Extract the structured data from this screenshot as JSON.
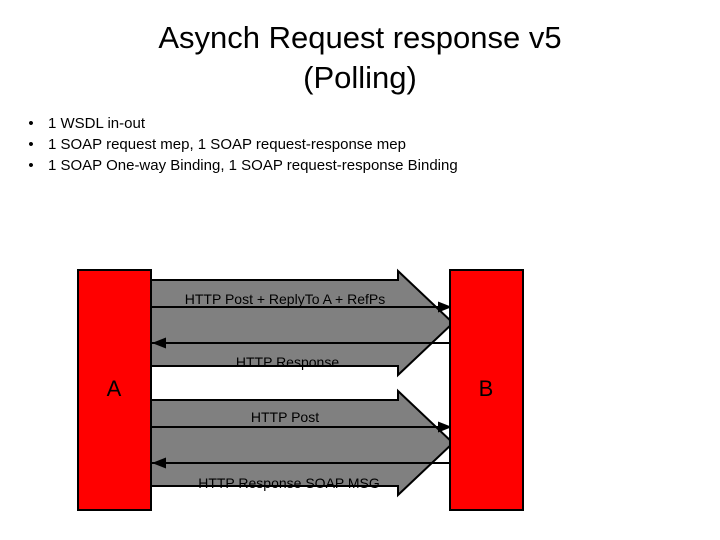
{
  "slide": {
    "title_lines": [
      "Asynch Request response v5",
      "(Polling)"
    ],
    "bullets": [
      {
        "marker": "•",
        "text": "1 WSDL in-out"
      },
      {
        "marker": "•",
        "text": "1 SOAP request mep, 1 SOAP request-response mep"
      },
      {
        "marker": "•",
        "text": "1 SOAP One-way Binding, 1 SOAP request-response Binding"
      }
    ]
  },
  "diagram": {
    "nodes": [
      {
        "id": "a",
        "label": "A",
        "fill": "#FF0000",
        "stroke": "#000000"
      },
      {
        "id": "b",
        "label": "B",
        "fill": "#FF0000",
        "stroke": "#000000"
      }
    ],
    "block_arrow_fill": "#808080",
    "block_arrow_stroke": "#000000",
    "flow_line_color": "#000000",
    "messages": [
      {
        "id": "m1",
        "label": "HTTP Post + ReplyTo A + RefPs",
        "direction": "a-to-b"
      },
      {
        "id": "m2",
        "label": "HTTP Response",
        "direction": "b-to-a"
      },
      {
        "id": "m3",
        "label": "HTTP Post",
        "direction": "a-to-b"
      },
      {
        "id": "m4",
        "label": "HTTP Response SOAP MSG",
        "direction": "b-to-a"
      }
    ]
  }
}
